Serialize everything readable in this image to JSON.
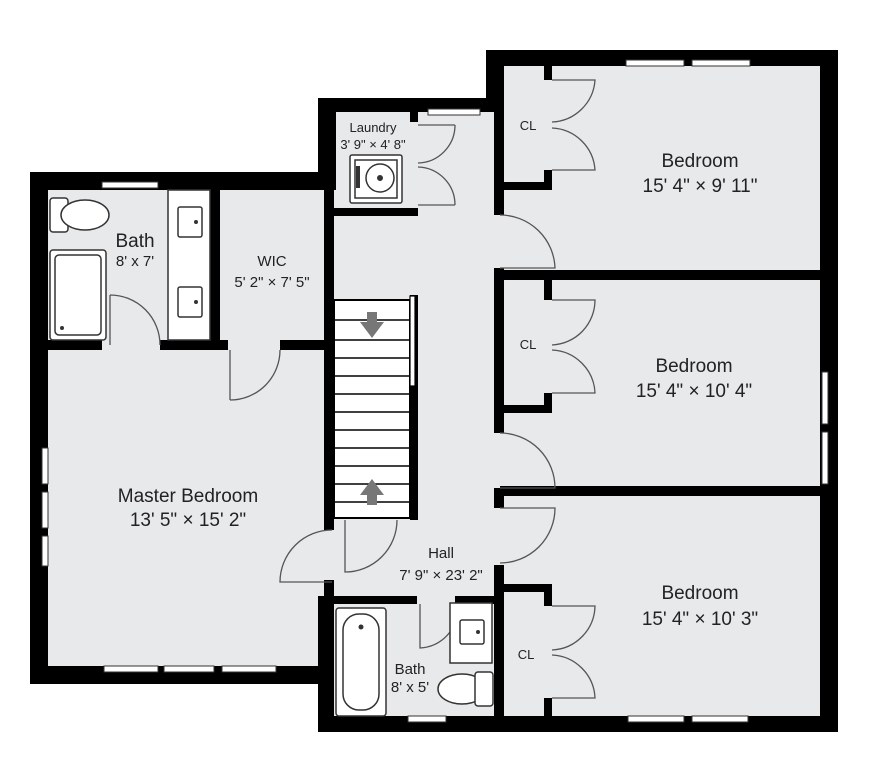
{
  "colors": {
    "wall": "#000000",
    "floor": "#e8e9eb",
    "window": "#ffffff",
    "label": "#222222"
  },
  "rooms": {
    "laundry": {
      "name": "Laundry",
      "size": "3' 9\" × 4' 8\""
    },
    "bedroom_1": {
      "name": "Bedroom",
      "size": "15' 4\" × 9' 11\""
    },
    "bath_master": {
      "name": "Bath",
      "size": "8' x 7'"
    },
    "wic": {
      "name": "WIC",
      "size": "5' 2\" × 7' 5\""
    },
    "bedroom_2": {
      "name": "Bedroom",
      "size": "15' 4\" × 10' 4\""
    },
    "master_bedroom": {
      "name": "Master Bedroom",
      "size": "13' 5\" × 15' 2\""
    },
    "hall": {
      "name": "Hall",
      "size": "7' 9\" × 23' 2\""
    },
    "bedroom_3": {
      "name": "Bedroom",
      "size": "15' 4\" × 10' 3\""
    },
    "bath_hall": {
      "name": "Bath",
      "size": "8' x 5'"
    }
  },
  "closets": {
    "cl_1": "CL",
    "cl_2": "CL",
    "cl_3": "CL"
  },
  "icons": [
    "washer-icon",
    "toilet-icon",
    "bathtub-icon",
    "sink-icon",
    "shower-icon",
    "stair-arrow-icon"
  ]
}
